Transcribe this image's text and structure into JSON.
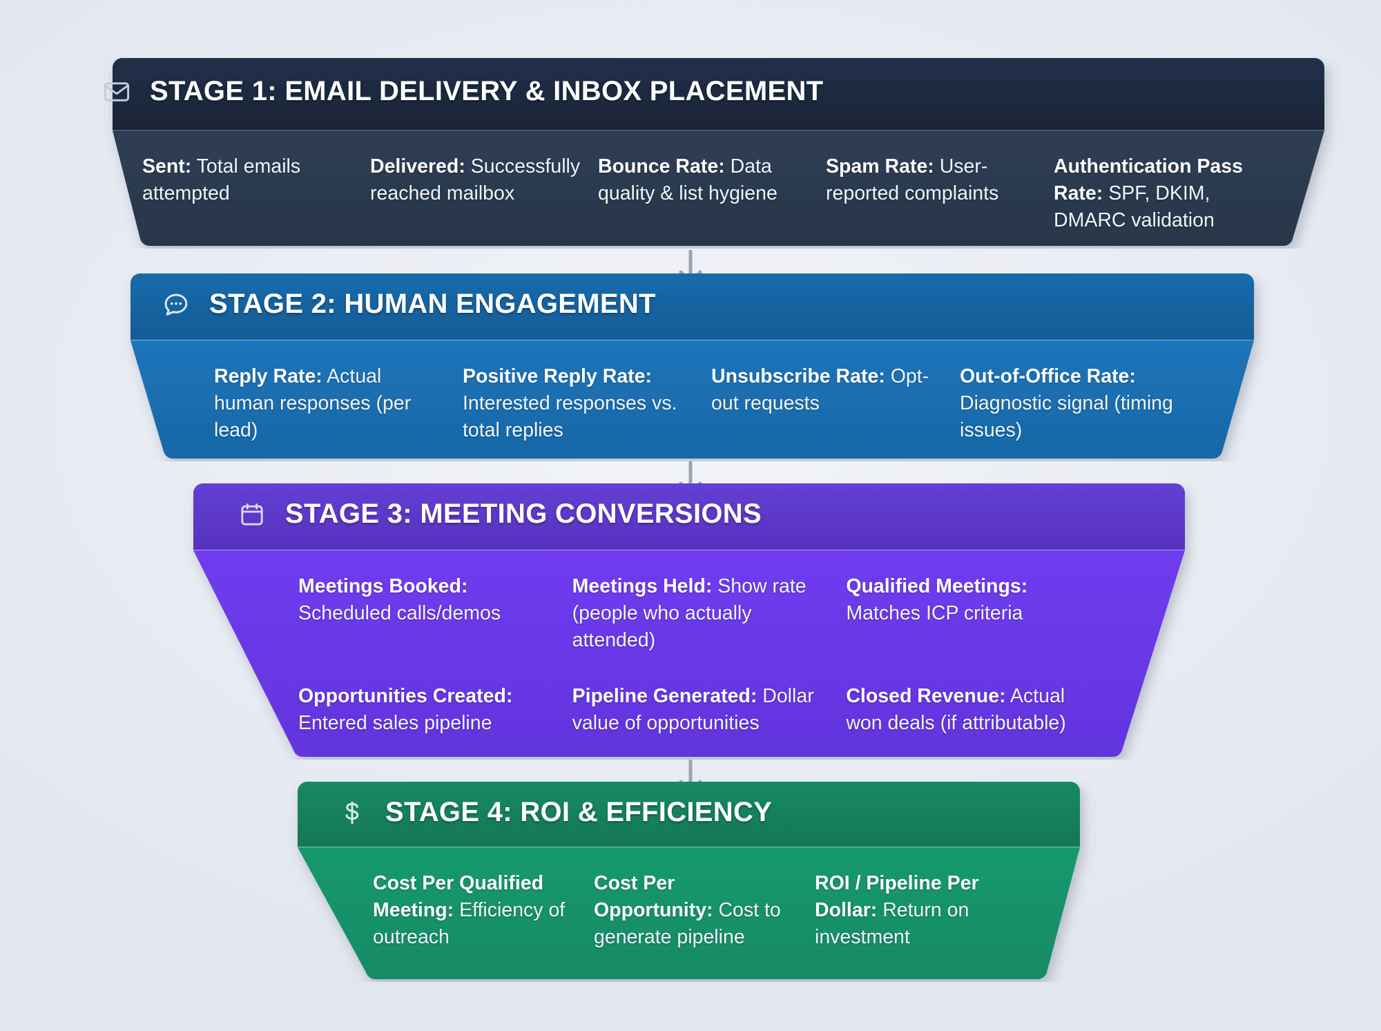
{
  "diagram": {
    "type": "funnel",
    "background_color": "#e9ecf3",
    "arrow_color": "#9aa3af"
  },
  "stages": [
    {
      "id": "stage-1",
      "icon": "envelope-icon",
      "title": "STAGE 1: EMAIL DELIVERY & INBOX PLACEMENT",
      "header_color": "#1e293b",
      "body_color": "#2c3a50",
      "metrics": [
        {
          "label": "Sent:",
          "desc": "Total emails attempted"
        },
        {
          "label": "Delivered:",
          "desc": "Successfully reached mailbox"
        },
        {
          "label": "Bounce Rate:",
          "desc": "Data quality & list hygiene"
        },
        {
          "label": "Spam Rate:",
          "desc": "User-reported complaints"
        },
        {
          "label": "Authentication Pass Rate:",
          "desc": "SPF, DKIM, DMARC validation"
        }
      ]
    },
    {
      "id": "stage-2",
      "icon": "chat-bubble-icon",
      "title": "STAGE 2: HUMAN ENGAGEMENT",
      "header_color": "#175e9e",
      "body_color": "#1a6cae",
      "metrics": [
        {
          "label": "Reply Rate:",
          "desc": "Actual human responses (per lead)"
        },
        {
          "label": "Positive Reply Rate:",
          "desc": "Interested responses vs. total replies"
        },
        {
          "label": "Unsubscribe Rate:",
          "desc": "Opt-out requests"
        },
        {
          "label": "Out-of-Office Rate:",
          "desc": "Diagnostic signal (timing issues)"
        }
      ]
    },
    {
      "id": "stage-3",
      "icon": "calendar-icon",
      "title": "STAGE 3: MEETING CONVERSIONS",
      "header_color": "#5b35c7",
      "body_color": "#6838e8",
      "metrics": [
        {
          "label": "Meetings Booked:",
          "desc": "Scheduled calls/demos"
        },
        {
          "label": "Meetings Held:",
          "desc": "Show rate (people who actually attended)"
        },
        {
          "label": "Qualified Meetings:",
          "desc": "Matches ICP criteria"
        },
        {
          "label": "Opportunities Created:",
          "desc": "Entered sales pipeline"
        },
        {
          "label": "Pipeline Generated:",
          "desc": "Dollar value of opportunities"
        },
        {
          "label": "Closed Revenue:",
          "desc": "Actual won deals (if attributable)"
        }
      ]
    },
    {
      "id": "stage-4",
      "icon": "dollar-sign-icon",
      "title": "STAGE 4: ROI & EFFICIENCY",
      "header_color": "#14805c",
      "body_color": "#169069",
      "metrics": [
        {
          "label": "Cost Per Qualified Meeting:",
          "desc": "Efficiency of outreach"
        },
        {
          "label": "Cost Per Opportunity:",
          "desc": "Cost to generate pipeline"
        },
        {
          "label": "ROI / Pipeline Per Dollar:",
          "desc": "Return on investment"
        }
      ]
    }
  ]
}
